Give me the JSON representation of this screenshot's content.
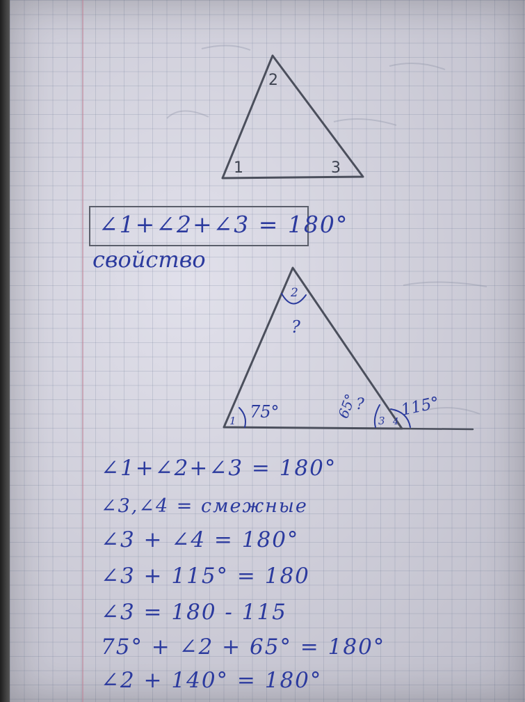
{
  "sketch1": {
    "labels": {
      "vertex_top": "2",
      "vertex_left": "1",
      "vertex_right": "3"
    }
  },
  "formula": "∠1+∠2+∠3 = 180°",
  "property_word": "свойство",
  "sketch2": {
    "labels": {
      "vertex_top": "2",
      "question_top": "?",
      "vertex_left": "1",
      "angle_left_value": "75°",
      "angle_right_value": "65°",
      "question_right": "?",
      "vertex_right": "3",
      "exterior_vertex": "4",
      "exterior_value": "115°"
    }
  },
  "solution": [
    "∠1+∠2+∠3 = 180°",
    "∠3,∠4 = смежные",
    "∠3 + ∠4 = 180°",
    "∠3 + 115° = 180",
    "∠3 = 180 - 115",
    "75° + ∠2 + 65° = 180°",
    "∠2 + 140° = 180°"
  ],
  "colors": {
    "ink": "#2b3a9e",
    "pencil": "#4b4f5c",
    "paper": "#d7d6e4"
  }
}
